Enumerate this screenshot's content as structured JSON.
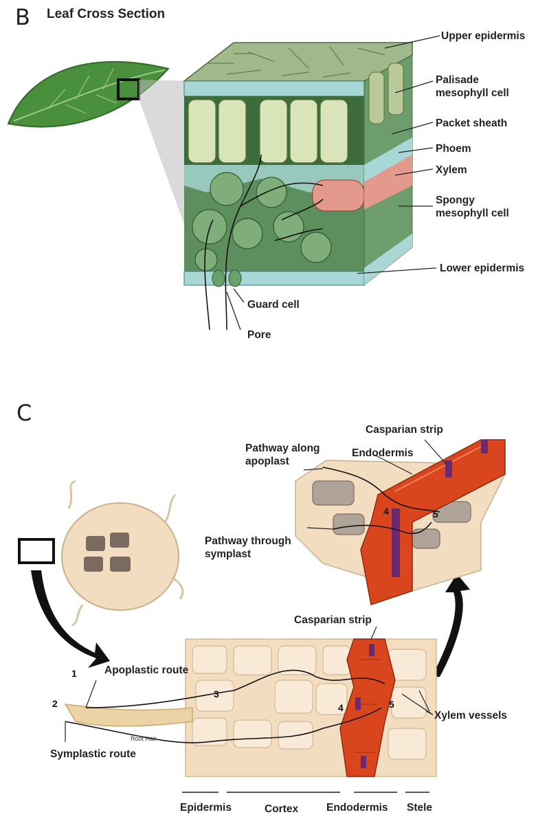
{
  "panel_b": {
    "letter": "B",
    "title": "Leaf Cross Section",
    "labels": {
      "upper_epidermis": "Upper epidermis",
      "palisade_1": "Palisade",
      "palisade_2": "mesophyll cell",
      "bundle_sheath": "Packet sheath",
      "phloem": "Phoem",
      "xylem": "Xylem",
      "spongy_1": "Spongy",
      "spongy_2": "mesophyll cell",
      "lower_epidermis": "Lower epidermis",
      "guard_cell": "Guard cell",
      "pore": "Pore"
    }
  },
  "panel_c": {
    "letter": "C",
    "labels": {
      "casparian_top": "Casparian strip",
      "pathway_apoplast_1": "Pathway along",
      "pathway_apoplast_2": "apoplast",
      "endodermis_top": "Endodermis",
      "pathway_symplast_1": "Pathway through",
      "pathway_symplast_2": "symplast",
      "casparian_bottom": "Casparian strip",
      "apoplastic_route": "Apoplastic route",
      "symplastic_route": "Symplastic route",
      "root_hair": "Root Hair",
      "xylem_vessels": "Xylem vessels",
      "epidermis": "Epidermis",
      "cortex": "Cortex",
      "endodermis_bottom": "Endodermis",
      "stele": "Stele"
    },
    "steps": {
      "s1": "1",
      "s2": "2",
      "s3": "3",
      "s4": "4",
      "s5": "5",
      "t4": "4",
      "t5": "5"
    }
  },
  "colors": {
    "leaf": "#4a8f3c",
    "palisade": "#d9e4b8",
    "spongy": "#6a9e6a",
    "epidermis": "#a9d7d6",
    "xylem_phloem": "#e39a8c",
    "endodermis": "#d9461e",
    "casparian": "#6b2a6e",
    "root_cells": "#f2ddc0"
  }
}
